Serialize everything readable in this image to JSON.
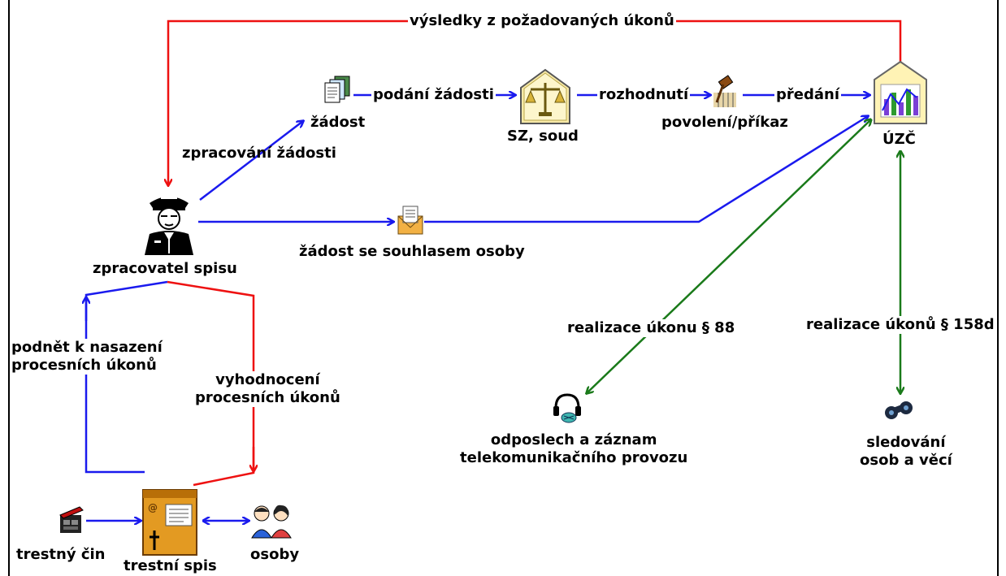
{
  "colors": {
    "red": "#ee1111",
    "blue": "#1a1aee",
    "green": "#1a7a1a",
    "frame": "#000000"
  },
  "nodes": {
    "officer": {
      "label": "zpracovatel spisu",
      "icon": "police-officer-icon"
    },
    "request": {
      "label": "žádost",
      "icon": "document-stack-icon"
    },
    "court": {
      "label": "SZ, soud",
      "icon": "scales-of-justice-icon"
    },
    "permit": {
      "label": "povolení/příkaz",
      "icon": "gavel-icon"
    },
    "uzc": {
      "label": "ÚZČ",
      "icon": "monitor-chart-icon"
    },
    "envelope": {
      "icon": "envelope-icon"
    },
    "wiretap": {
      "label": "odposlech a záznam\ntelekomunikačního provozu",
      "icon": "headset-icon"
    },
    "surveillance": {
      "label": "sledování\nosob a věcí",
      "icon": "binoculars-icon"
    },
    "crime": {
      "label": "trestný čin",
      "icon": "clapperboard-icon"
    },
    "file": {
      "label": "trestní spis",
      "icon": "case-file-icon"
    },
    "persons": {
      "label": "osoby",
      "icon": "people-icon"
    }
  },
  "edges": {
    "results": "výsledky z požadovaných úkonů",
    "processing": "zpracování žádosti",
    "submission": "podání žádosti",
    "decision": "rozhodnutí",
    "handover": "předání",
    "consent": "žádost se souhlasem osoby",
    "exec88": "realizace úkonu § 88",
    "exec158": "realizace úkonů § 158d",
    "initiative": "podnět k nasazení\nprocesních úkonů",
    "evaluation": "vyhodnocení\nprocesních úkonů"
  }
}
